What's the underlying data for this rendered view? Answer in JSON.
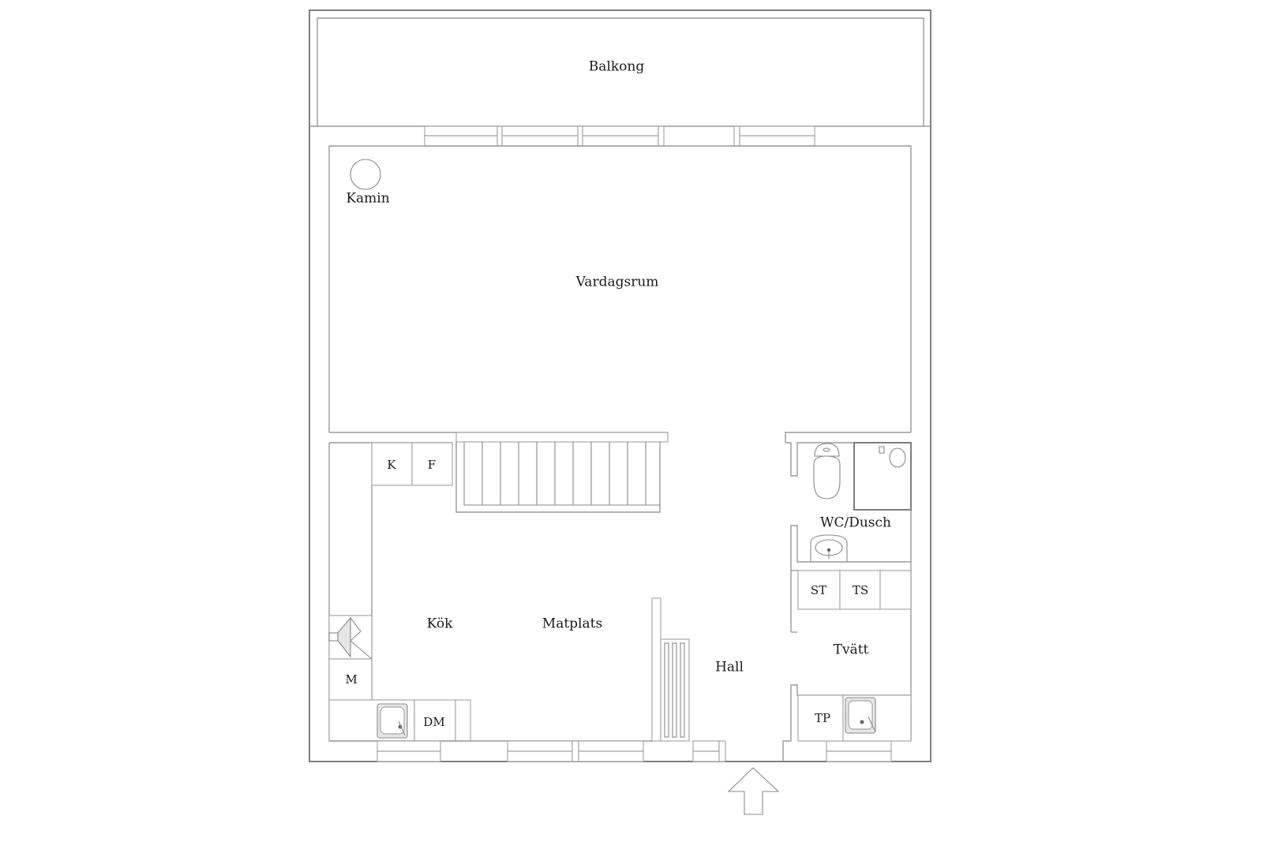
{
  "floorplan": {
    "rooms": {
      "balcony": "Balkong",
      "living_room": "Vardagsrum",
      "fireplace": "Kamin",
      "kitchen": "Kök",
      "dining": "Matplats",
      "hall": "Hall",
      "bathroom": "WC/Dusch",
      "laundry": "Tvätt"
    },
    "appliances": {
      "fridge": "K",
      "freezer": "F",
      "microwave": "M",
      "dishwasher": "DM",
      "drying_cabinet": "ST",
      "dryer": "TS",
      "washing_machine": "TP"
    },
    "icons": {
      "entrance": "entrance-arrow-icon",
      "fireplace": "fireplace-circle-icon",
      "toilet": "toilet-icon",
      "shower": "shower-icon",
      "washbasin": "washbasin-icon",
      "kitchen_sink": "sink-icon",
      "laundry_sink": "sink-icon",
      "stove_hood": "stove-hood-icon",
      "staircase": "staircase-icon",
      "radiator": "radiator-icon"
    },
    "colors": {
      "wall": "#9a9a9a",
      "text": "#1a1a1a",
      "background": "#ffffff"
    }
  }
}
